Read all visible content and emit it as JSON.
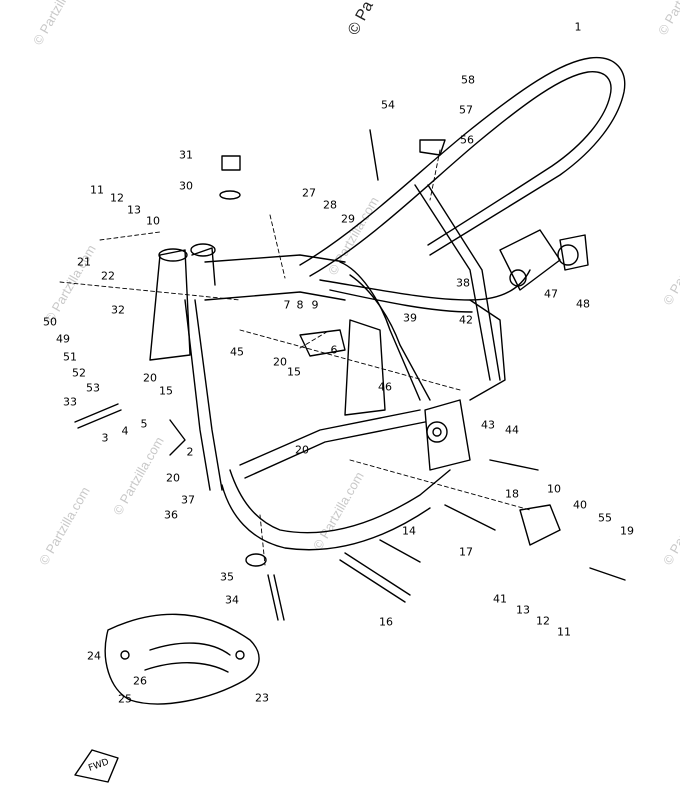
{
  "watermark": {
    "top_text": "© Pa",
    "side_text": "© Partzilla.com"
  },
  "fwd_label": "FWD",
  "callouts": [
    "1",
    "2",
    "3",
    "4",
    "5",
    "6",
    "7",
    "8",
    "9",
    "10",
    "11",
    "12",
    "13",
    "14",
    "15",
    "16",
    "17",
    "18",
    "19",
    "20",
    "21",
    "22",
    "23",
    "24",
    "25",
    "26",
    "27",
    "28",
    "29",
    "30",
    "31",
    "32",
    "33",
    "34",
    "35",
    "36",
    "37",
    "38",
    "39",
    "40",
    "41",
    "42",
    "43",
    "44",
    "45",
    "46",
    "47",
    "48",
    "49",
    "50",
    "51",
    "52",
    "53",
    "54",
    "55",
    "56",
    "57",
    "58"
  ],
  "labels": {
    "l1": "1",
    "l58": "58",
    "l57": "57",
    "l56": "56",
    "l54": "54",
    "l31": "31",
    "l30": "30",
    "l27": "27",
    "l28": "28",
    "l29": "29",
    "l11a": "11",
    "l12a": "12",
    "l13a": "13",
    "l10a": "10",
    "l21": "21",
    "l22": "22",
    "l50": "50",
    "l49": "49",
    "l51": "51",
    "l52": "52",
    "l53": "53",
    "l32": "32",
    "l33": "33",
    "l20a": "20",
    "l15a": "15",
    "l3": "3",
    "l4": "4",
    "l5": "5",
    "l2": "2",
    "l20b": "20",
    "l37": "37",
    "l36": "36",
    "l35": "35",
    "l34": "34",
    "l7": "7",
    "l8": "8",
    "l9": "9",
    "l45": "45",
    "l20c": "20",
    "l15b": "15",
    "l6": "6",
    "l38": "38",
    "l39": "39",
    "l42": "42",
    "l46": "46",
    "l43": "43",
    "l44": "44",
    "l20d": "20",
    "l47": "47",
    "l48": "48",
    "l18": "18",
    "l10b": "10",
    "l40": "40",
    "l55": "55",
    "l19": "19",
    "l14": "14",
    "l17": "17",
    "l41": "41",
    "l13b": "13",
    "l12b": "12",
    "l11b": "11",
    "l16": "16",
    "l24": "24",
    "l26": "26",
    "l25": "25",
    "l23": "23"
  }
}
